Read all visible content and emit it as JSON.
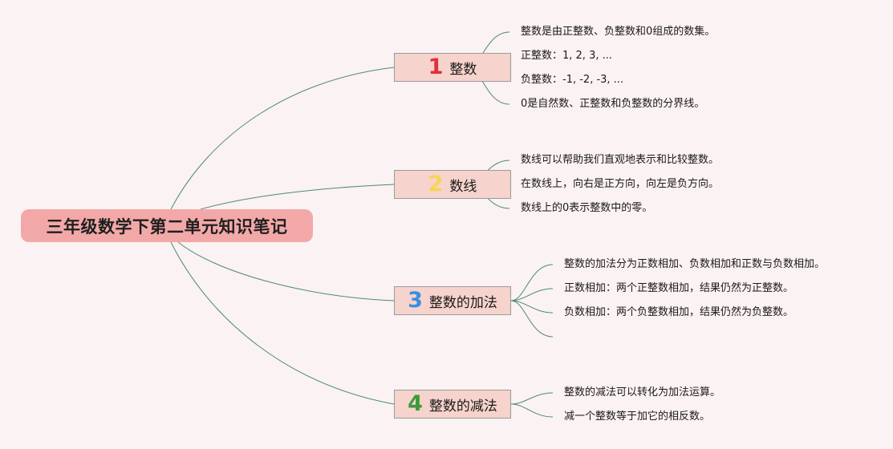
{
  "central": {
    "title": "三年级数学下第二单元知识笔记"
  },
  "branches": [
    {
      "num": "1",
      "num_color": "#e0313b",
      "label": "整数",
      "points": [
        "整数是由正整数、负整数和0组成的数集。",
        "正整数：1, 2, 3, ...",
        "负整数：-1, -2, -3, ...",
        "0是自然数、正整数和负整数的分界线。"
      ]
    },
    {
      "num": "2",
      "num_color": "#f6d552",
      "label": "数线",
      "points": [
        "数线可以帮助我们直观地表示和比较整数。",
        "在数线上，向右是正方向，向左是负方向。",
        "数线上的0表示整数中的零。"
      ]
    },
    {
      "num": "3",
      "num_color": "#3a8fe0",
      "label": "整数的加法",
      "points": [
        "整数的加法分为正数相加、负数相加和正数与负数相加。",
        "正数相加：两个正整数相加，结果仍然为正整数。",
        "负数相加：两个负整数相加，结果仍然为负整数。",
        ""
      ]
    },
    {
      "num": "4",
      "num_color": "#3c9a3c",
      "label": "整数的减法",
      "points": [
        "整数的减法可以转化为加法运算。",
        "减一个整数等于加它的相反数。"
      ]
    }
  ]
}
